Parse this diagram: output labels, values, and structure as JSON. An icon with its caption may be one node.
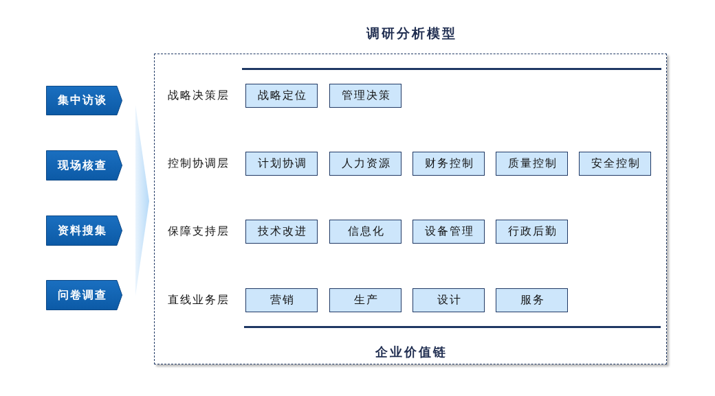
{
  "diagram": {
    "title": "调研分析模型",
    "nodes": [
      {
        "text": [
          "集中访谈"
        ]
      },
      {
        "text": [
          "现场核查"
        ]
      },
      {
        "text": [
          "资料搜集"
        ]
      },
      {
        "text": [
          "问卷调查"
        ]
      },
      {
        "text": [
          "企业价值链"
        ]
      },
      {
        "text": [
          "战略定位"
        ],
        "in": 4
      },
      {
        "text": [
          "管理决策"
        ],
        "in": 4
      },
      {
        "text": [
          "计划协调"
        ],
        "in": 4
      },
      {
        "text": [
          "人力资源"
        ],
        "in": 4
      },
      {
        "text": [
          "财务控制"
        ],
        "in": 4
      },
      {
        "text": [
          "质量控制"
        ],
        "in": 4
      },
      {
        "text": [
          "安全控制"
        ],
        "in": 4
      },
      {
        "text": [
          "技术改进"
        ],
        "in": 4
      },
      {
        "text": [
          "信息化"
        ],
        "in": 4
      },
      {
        "text": [
          "设备管理"
        ],
        "in": 4
      },
      {
        "text": [
          "行政后勤"
        ],
        "in": 4
      },
      {
        "text": [
          "营销"
        ],
        "in": 4
      },
      {
        "text": [
          "生产"
        ],
        "in": 4
      },
      {
        "text": [
          "设计"
        ],
        "in": 4
      },
      {
        "text": [
          "服务"
        ],
        "in": 4
      }
    ],
    "edges": [],
    "labels": [
      "战略决策层",
      "控制协调层",
      "保障支持层",
      "直线业务层"
    ]
  }
}
